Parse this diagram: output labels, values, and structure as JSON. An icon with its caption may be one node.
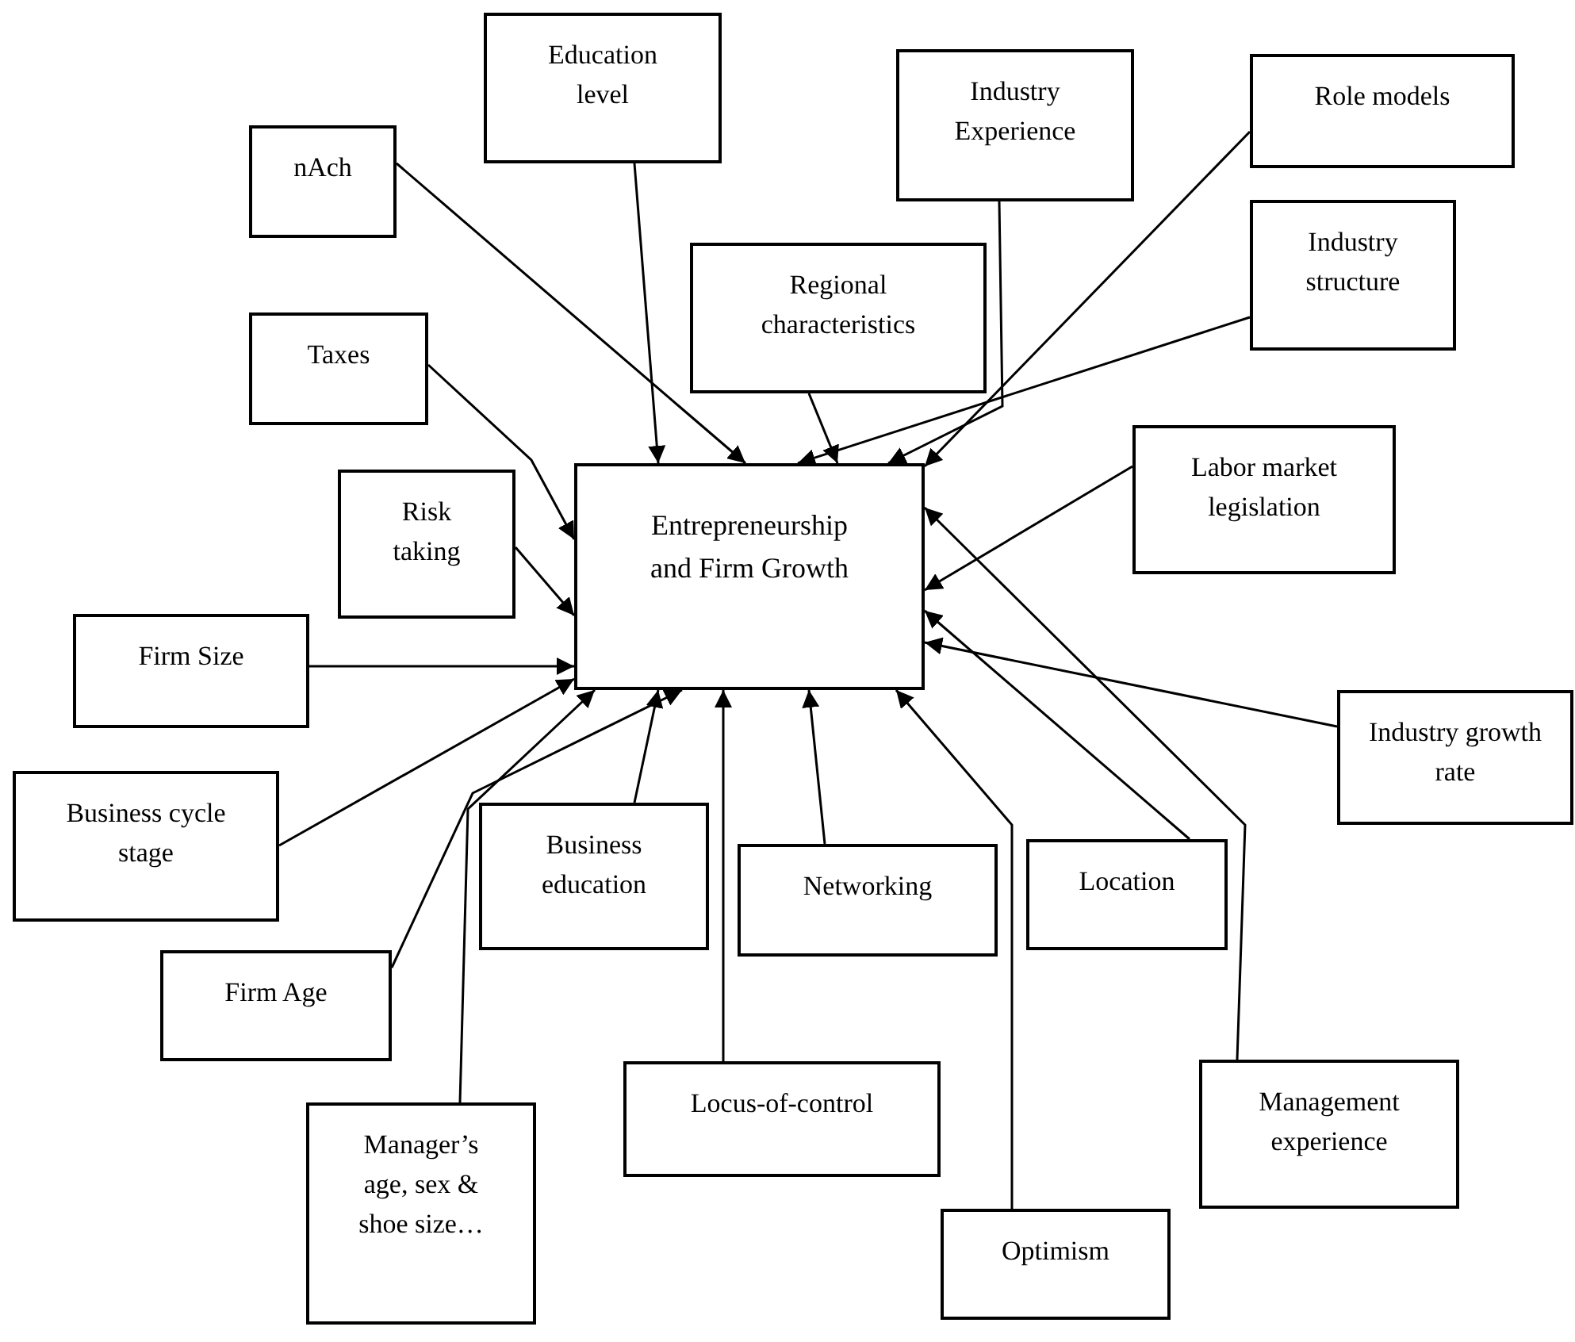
{
  "diagram": {
    "nodes": [
      {
        "text": [
          "Education level"
        ]
      },
      {
        "text": [
          "nAch"
        ]
      },
      {
        "text": [
          "Industry Experience"
        ]
      },
      {
        "text": [
          "Role models"
        ]
      },
      {
        "text": [
          "Regional characteristics"
        ]
      },
      {
        "text": [
          "Industry structure"
        ]
      },
      {
        "text": [
          "Taxes"
        ]
      },
      {
        "text": [
          "Risk taking"
        ]
      },
      {
        "text": [
          "Labor market legislation"
        ]
      },
      {
        "text": [
          "Entrepreneurship and Firm Growth"
        ]
      },
      {
        "text": [
          "Firm Size"
        ]
      },
      {
        "text": [
          "Industry growth rate"
        ]
      },
      {
        "text": [
          "Business cycle stage"
        ]
      },
      {
        "text": [
          "Business education"
        ]
      },
      {
        "text": [
          "Networking"
        ]
      },
      {
        "text": [
          "Location"
        ]
      },
      {
        "text": [
          "Firm Age"
        ]
      },
      {
        "text": [
          "Locus-of-control"
        ]
      },
      {
        "text": [
          "Manager’s age, sex & shoe size…"
        ]
      },
      {
        "text": [
          "Management experience"
        ]
      },
      {
        "text": [
          "Optimism"
        ]
      }
    ],
    "edges": [
      {
        "from": 1,
        "to": 9,
        "arrow": "to"
      },
      {
        "from": 0,
        "to": 9,
        "arrow": "to"
      },
      {
        "from": 2,
        "to": 9,
        "arrow": "to"
      },
      {
        "from": 4,
        "to": 9,
        "arrow": "to"
      },
      {
        "from": 5,
        "to": 9,
        "arrow": "to"
      },
      {
        "from": 3,
        "to": 9,
        "arrow": "to"
      },
      {
        "from": 6,
        "to": 9,
        "arrow": "to"
      },
      {
        "from": 10,
        "to": 9,
        "arrow": "to"
      },
      {
        "from": 7,
        "to": 9,
        "arrow": "to"
      },
      {
        "from": 8,
        "to": 9,
        "arrow": "to"
      },
      {
        "from": 19,
        "to": 9,
        "arrow": "to"
      },
      {
        "from": 15,
        "to": 9,
        "arrow": "to"
      },
      {
        "from": 11,
        "to": 9,
        "arrow": "to"
      },
      {
        "from": 12,
        "to": 9,
        "arrow": "to"
      },
      {
        "from": 16,
        "to": 9,
        "arrow": "to"
      },
      {
        "from": 18,
        "to": 9,
        "arrow": "to"
      },
      {
        "from": 13,
        "to": 9,
        "arrow": "to"
      },
      {
        "from": 17,
        "to": 9,
        "arrow": "to"
      },
      {
        "from": 20,
        "to": 9,
        "arrow": "to"
      },
      {
        "from": 14,
        "to": 9,
        "arrow": "to"
      }
    ]
  }
}
